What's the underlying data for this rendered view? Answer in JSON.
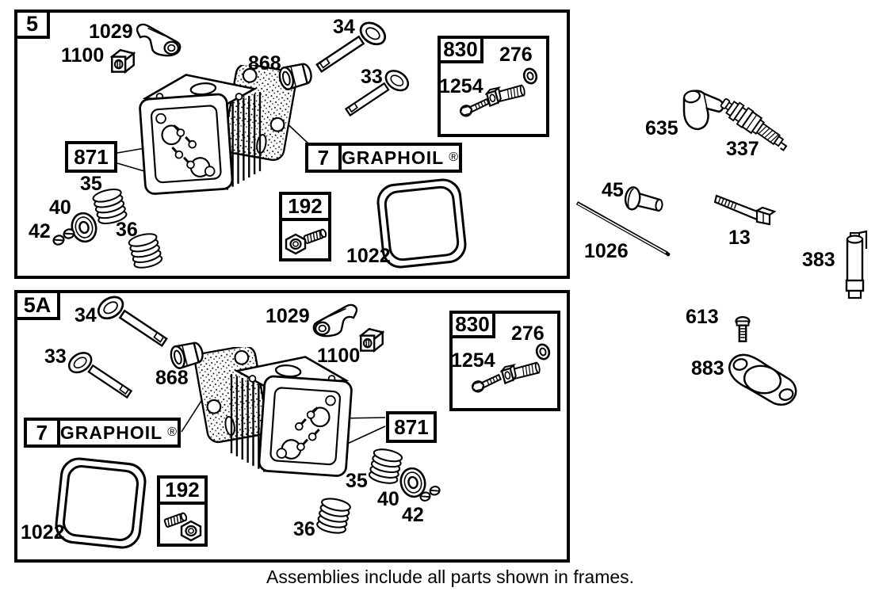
{
  "caption": "Assemblies include all parts shown in frames.",
  "frame5": {
    "tag": "5",
    "labels": {
      "p1029": "1029",
      "p1100": "1100",
      "p868": "868",
      "p34": "34",
      "p33": "33",
      "p35": "35",
      "p40": "40",
      "p42": "42",
      "p36": "36",
      "p1022": "1022"
    },
    "box830": {
      "tag": "830",
      "p276": "276",
      "p1254": "1254"
    },
    "box7": {
      "tag": "7",
      "brand": "GRAPHOIL",
      "reg": "®"
    },
    "box192": {
      "tag": "192"
    },
    "box871": {
      "tag": "871"
    }
  },
  "frame5A": {
    "tag": "5A",
    "labels": {
      "p34": "34",
      "p33": "33",
      "p868": "868",
      "p1029": "1029",
      "p1100": "1100",
      "p35": "35",
      "p40": "40",
      "p42": "42",
      "p36": "36",
      "p1022": "1022"
    },
    "box830": {
      "tag": "830",
      "p276": "276",
      "p1254": "1254"
    },
    "box7": {
      "tag": "7",
      "brand": "GRAPHOIL",
      "reg": "®"
    },
    "box192": {
      "tag": "192"
    },
    "box871": {
      "tag": "871"
    }
  },
  "loose": {
    "p635": "635",
    "p337": "337",
    "p45": "45",
    "p13": "13",
    "p1026": "1026",
    "p383": "383",
    "p613": "613",
    "p883": "883"
  },
  "colors": {
    "ink": "#000000",
    "paper": "#ffffff"
  }
}
